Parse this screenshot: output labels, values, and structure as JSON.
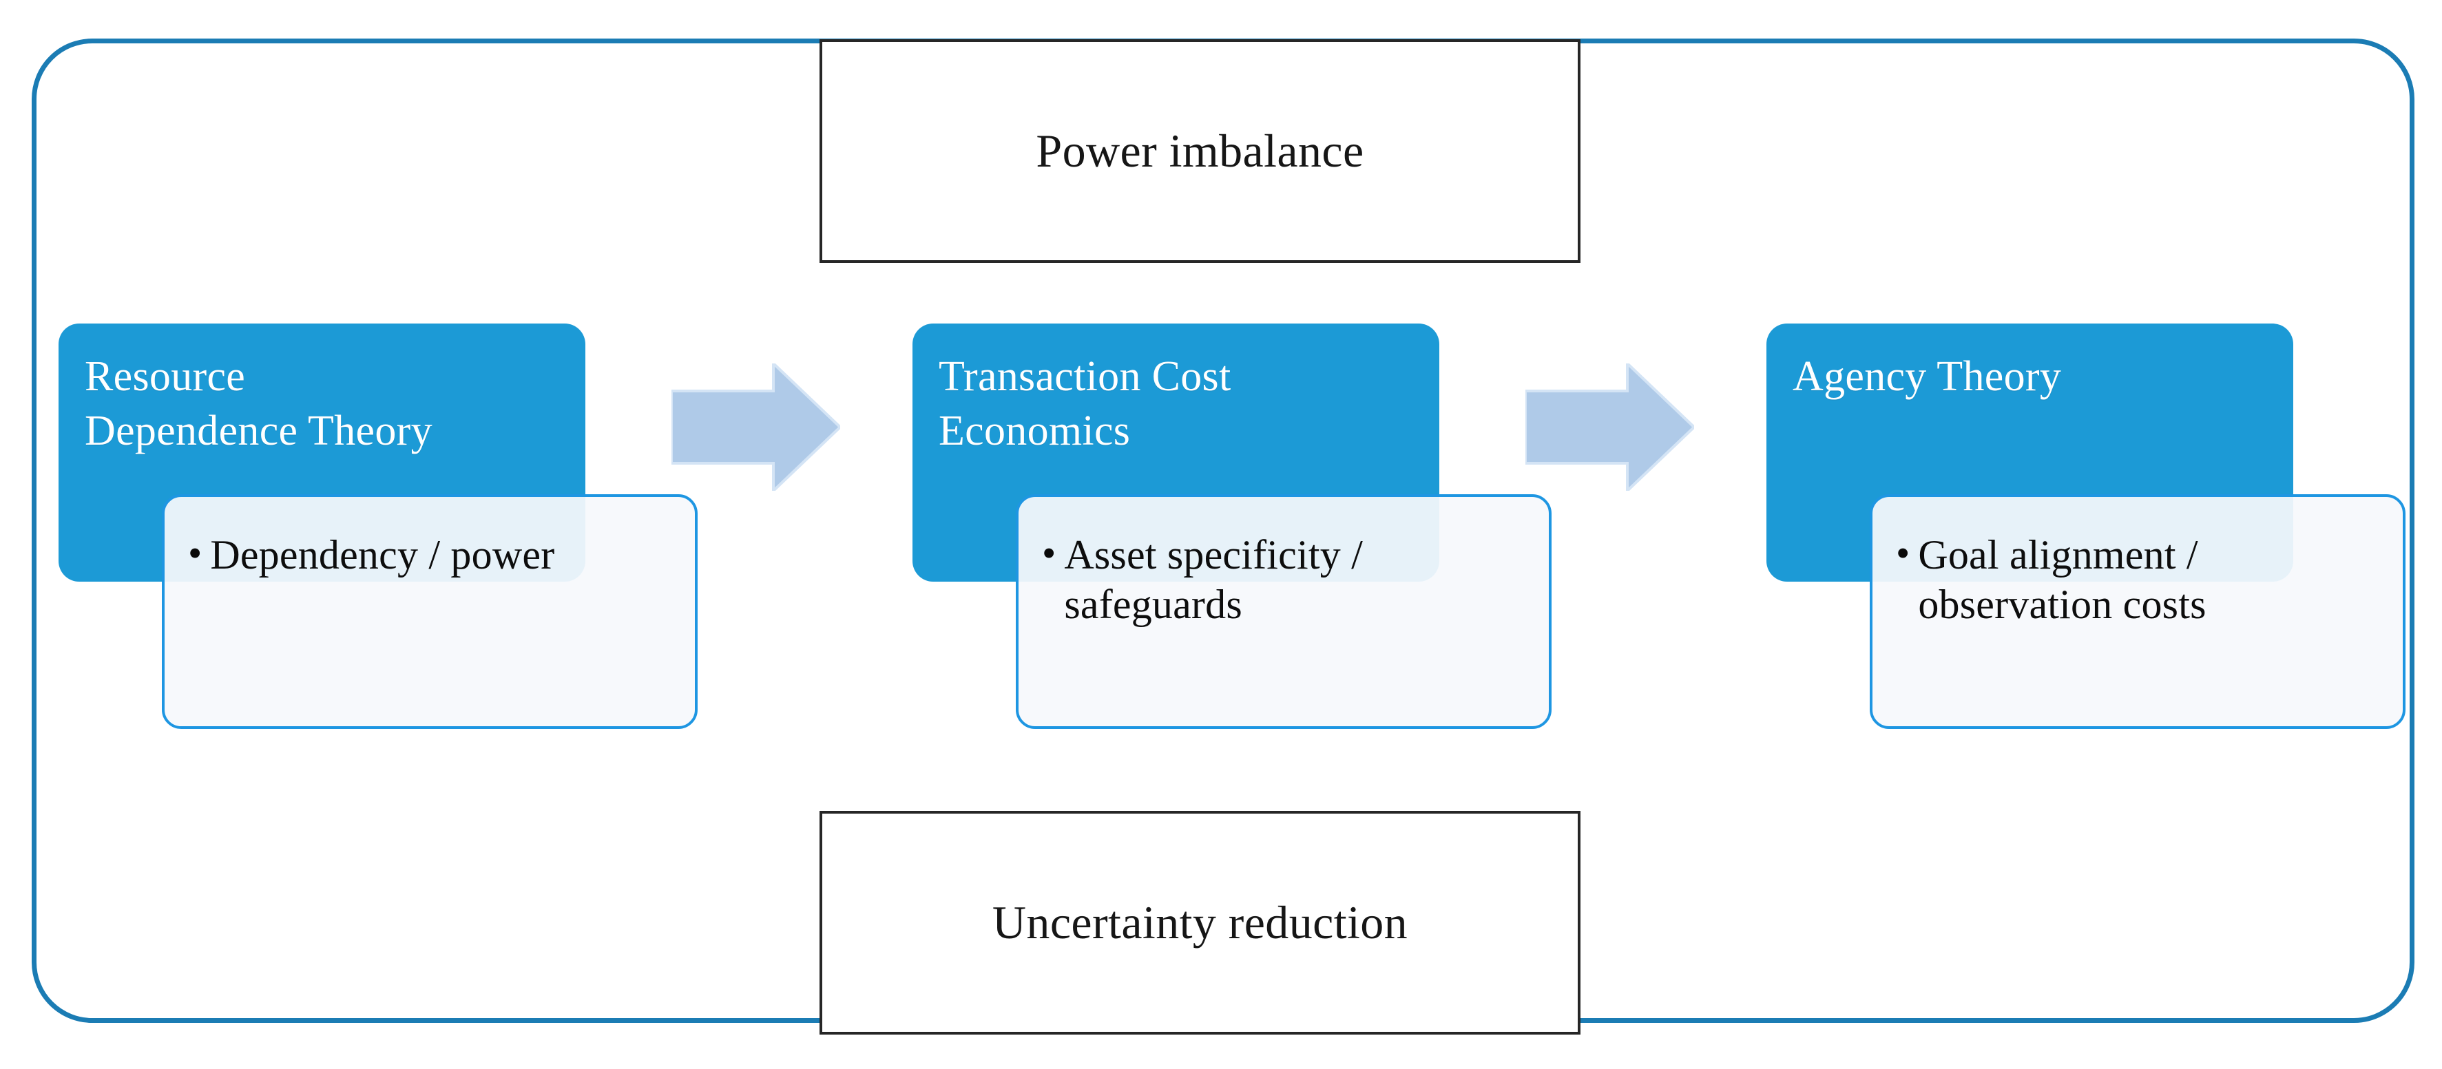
{
  "diagram": {
    "title_top": "Power imbalance",
    "title_bottom": "Uncertainty reduction",
    "colors": {
      "frame_border": "#1B7CB4",
      "stage_fill": "#1C9AD6",
      "card_border": "#1E96E2",
      "card_fill": "#F6F9FC",
      "arrow_fill": "#AFCAE8",
      "plain_box_border": "#262626",
      "stage_title_text": "#FFFFFF",
      "body_text": "#0D0D0D"
    },
    "stages": [
      {
        "id": "resource-dependence-theory",
        "title": "Resource\nDependence Theory",
        "bullet_marker": "•",
        "bullet": "Dependency / power"
      },
      {
        "id": "transaction-cost-economics",
        "title": "Transaction Cost\nEconomics",
        "bullet_marker": "•",
        "bullet": "Asset specificity / safeguards"
      },
      {
        "id": "agency-theory",
        "title": "Agency Theory",
        "bullet_marker": "•",
        "bullet": "Goal alignment / observation costs"
      }
    ],
    "arrows": [
      {
        "id": "arrow-rdt-to-tce",
        "direction": "right"
      },
      {
        "id": "arrow-tce-to-at",
        "direction": "right"
      }
    ]
  }
}
